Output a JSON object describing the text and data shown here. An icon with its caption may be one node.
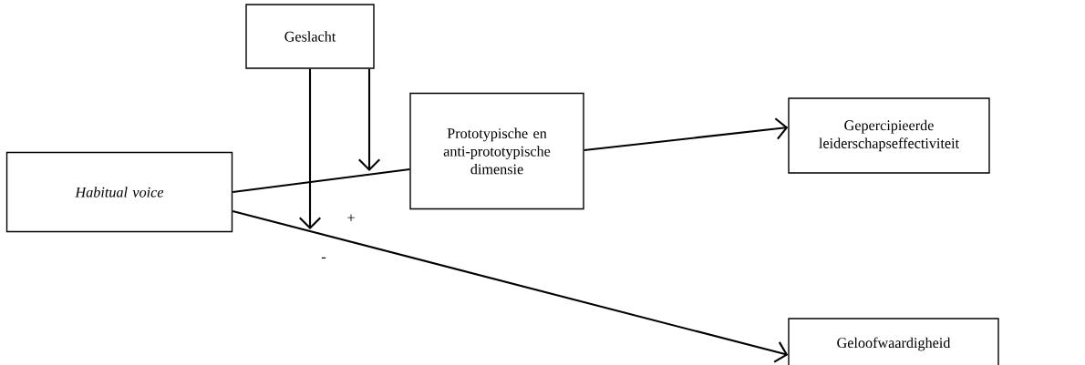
{
  "diagram": {
    "nodes": [
      {
        "text": [
          "Geslacht"
        ]
      },
      {
        "text": [
          "Habitual voice"
        ]
      },
      {
        "text": [
          "Prototypische en anti-prototypische dimensie"
        ]
      },
      {
        "text": [
          "Gepercipieerde leiderschapseffectiviteit"
        ]
      },
      {
        "text": [
          "Geloofwaardigheid"
        ]
      }
    ],
    "edges": [
      {
        "from": 1,
        "to": 2,
        "arrow": "none",
        "label": "+"
      },
      {
        "from": 2,
        "to": 3,
        "arrow": "to"
      },
      {
        "from": 1,
        "to": 4,
        "arrow": "to",
        "label": "-"
      },
      {
        "from": 0,
        "to": null,
        "arrow": "to"
      },
      {
        "from": 0,
        "to": null,
        "arrow": "to"
      }
    ]
  }
}
